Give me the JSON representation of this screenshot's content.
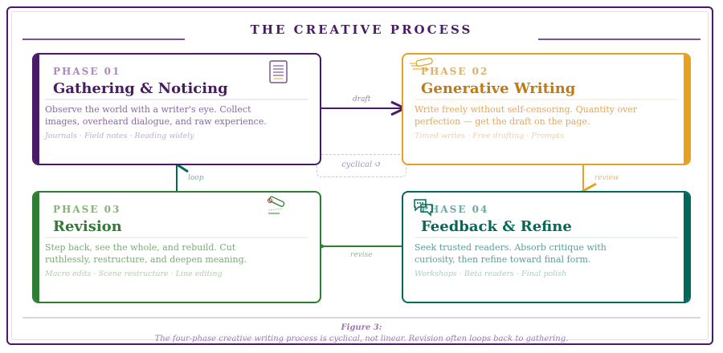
{
  "title": "THE CREATIVE PROCESS",
  "phases": [
    {
      "phase": "PHASE 01",
      "name": "Gathering & Noticing",
      "desc": "Observe the world with a writer's eye. Collect images, overheard dialogue, and raw experience.",
      "tags": "Journals · Field notes · Reading widely",
      "icon": "notebook-icon",
      "color": "#4a1a66"
    },
    {
      "phase": "PHASE 02",
      "name": "Generative Writing",
      "desc": "Write freely without self-censoring. Quantity over perfection — get the draft on the page.",
      "tags": "Timed writes · Free drafting · Prompts",
      "icon": "pen-icon",
      "color": "#e8a020"
    },
    {
      "phase": "PHASE 03",
      "name": "Revision",
      "desc": "Step back, see the whole, and rebuild. Cut ruthlessly, restructure, and deepen meaning.",
      "tags": "Macro edits · Scene restructure · Line editing",
      "icon": "pencil-edit-icon",
      "color": "#2e7d32"
    },
    {
      "phase": "PHASE 04",
      "name": "Feedback & Refine",
      "desc": "Seek trusted readers. Absorb critique with curiosity, then refine toward final form.",
      "tags": "Workshops · Beta readers · Final polish",
      "icon": "chat-bubbles-icon",
      "color": "#00695c"
    }
  ],
  "arrows": {
    "draft": "draft",
    "review": "review",
    "revise": "revise",
    "loop": "loop"
  },
  "center_label": "cyclical ↺",
  "figure": {
    "label": "Figure 3:",
    "caption": "The four-phase creative writing process is cyclical, not linear. Revision often loops back to gathering."
  }
}
